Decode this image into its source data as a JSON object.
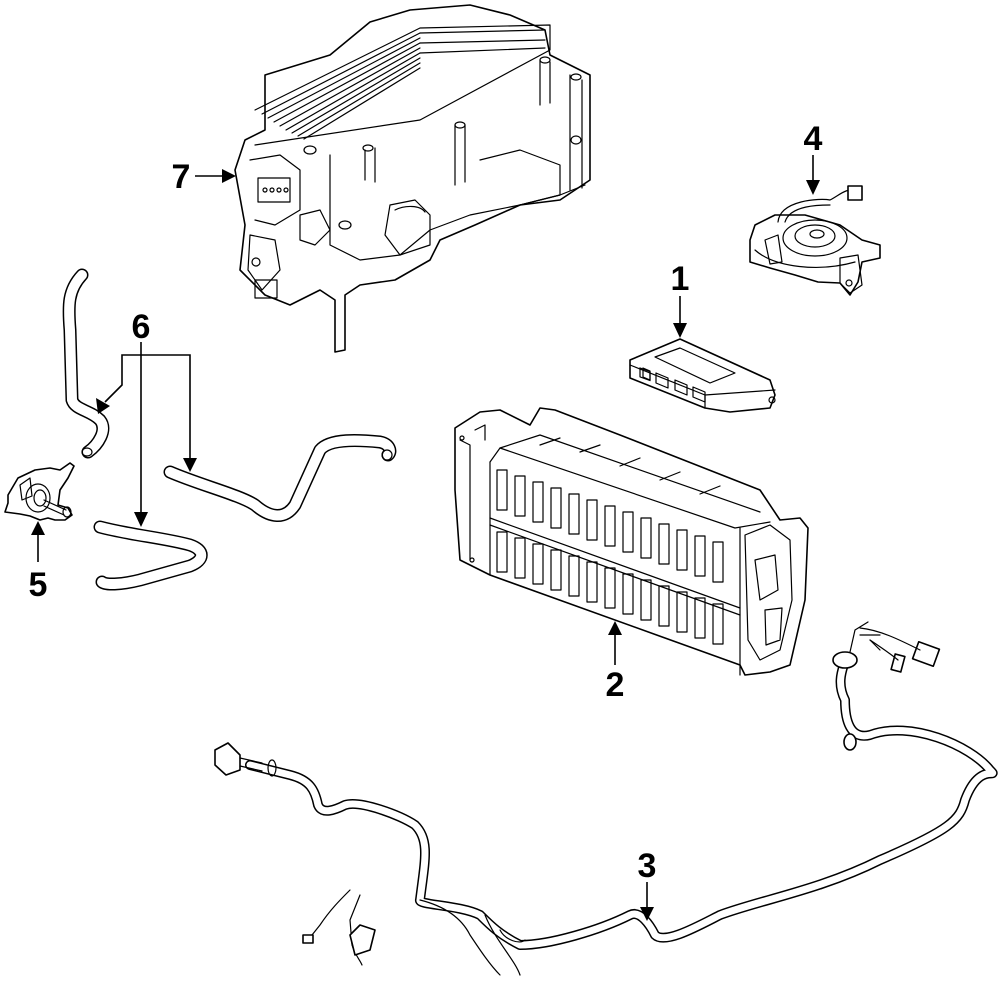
{
  "diagram": {
    "type": "exploded parts diagram",
    "style": "black line art on white",
    "colors": {
      "line": "#000000",
      "background": "#ffffff"
    }
  },
  "callouts": [
    {
      "number": "1",
      "part": "control module"
    },
    {
      "number": "2",
      "part": "battery cell stack"
    },
    {
      "number": "3",
      "part": "wiring harness"
    },
    {
      "number": "4",
      "part": "cooling fan"
    },
    {
      "number": "5",
      "part": "valve"
    },
    {
      "number": "6",
      "part": "hoses"
    },
    {
      "number": "7",
      "part": "inverter assembly"
    }
  ]
}
